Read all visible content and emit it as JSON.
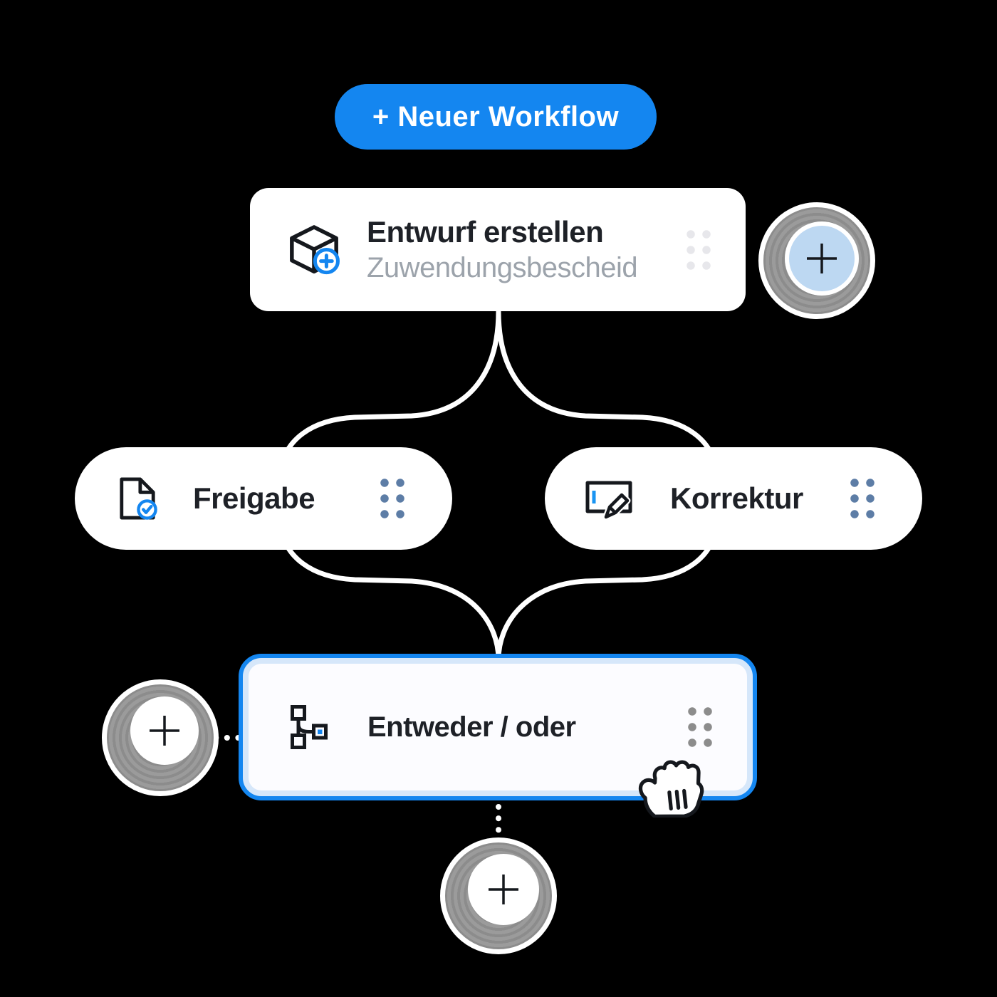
{
  "canvas": {
    "background": "#000000"
  },
  "new_workflow_button": {
    "label": "+ Neuer Workflow"
  },
  "nodes": {
    "entwurf": {
      "title": "Entwurf erstellen",
      "subtitle": "Zuwendungsbescheid",
      "icon": "cube-plus-icon"
    },
    "freigabe": {
      "label": "Freigabe",
      "icon": "document-check-icon"
    },
    "korrektur": {
      "label": "Korrektur",
      "icon": "text-edit-icon"
    },
    "entweder": {
      "label": "Entweder / oder",
      "icon": "branch-split-icon",
      "state": "selected"
    }
  },
  "add_buttons": {
    "right": "plus",
    "left": "plus",
    "bottom": "plus"
  },
  "cursor": {
    "type": "grab-hand"
  },
  "colors": {
    "accent": "#1486F0",
    "selected_border": "#1486F0",
    "selected_inner_ring": "#D6E7FA",
    "add_button_highlight_fill": "#BDD8F2",
    "ring_gray": "#909090",
    "connector": "#FFFFFF",
    "text_dark": "#1E2127",
    "text_gray": "#9CA3AB",
    "grip_slate": "#5D7DA6",
    "grip_gray": "#8C8C8C",
    "grip_light": "#E7E7EB"
  }
}
